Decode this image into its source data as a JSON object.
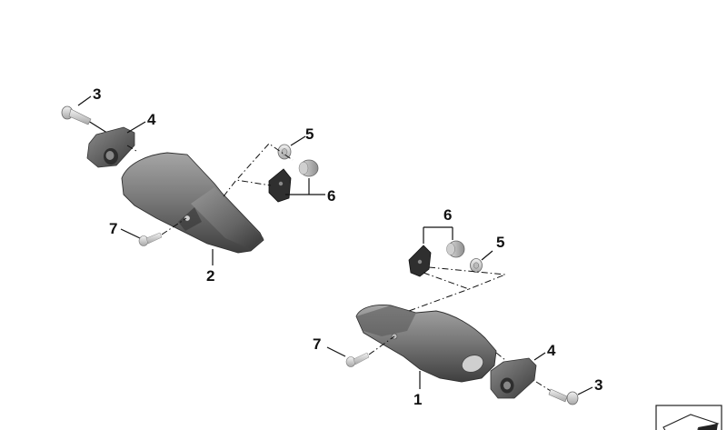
{
  "callouts": {
    "left": {
      "n3": "3",
      "n4": "4",
      "n5": "5",
      "n6": "6",
      "n7": "7",
      "n2": "2"
    },
    "right": {
      "n6": "6",
      "n5": "5",
      "n7": "7",
      "n4": "4",
      "n3": "3",
      "n1": "1"
    }
  },
  "colors": {
    "body_light": "#9a9a9a",
    "body_mid": "#6f6f6f",
    "body_dark": "#3c3c3c",
    "line": "#111111"
  },
  "icons": {
    "corner_symbol": "arrow-symbol-icon"
  }
}
